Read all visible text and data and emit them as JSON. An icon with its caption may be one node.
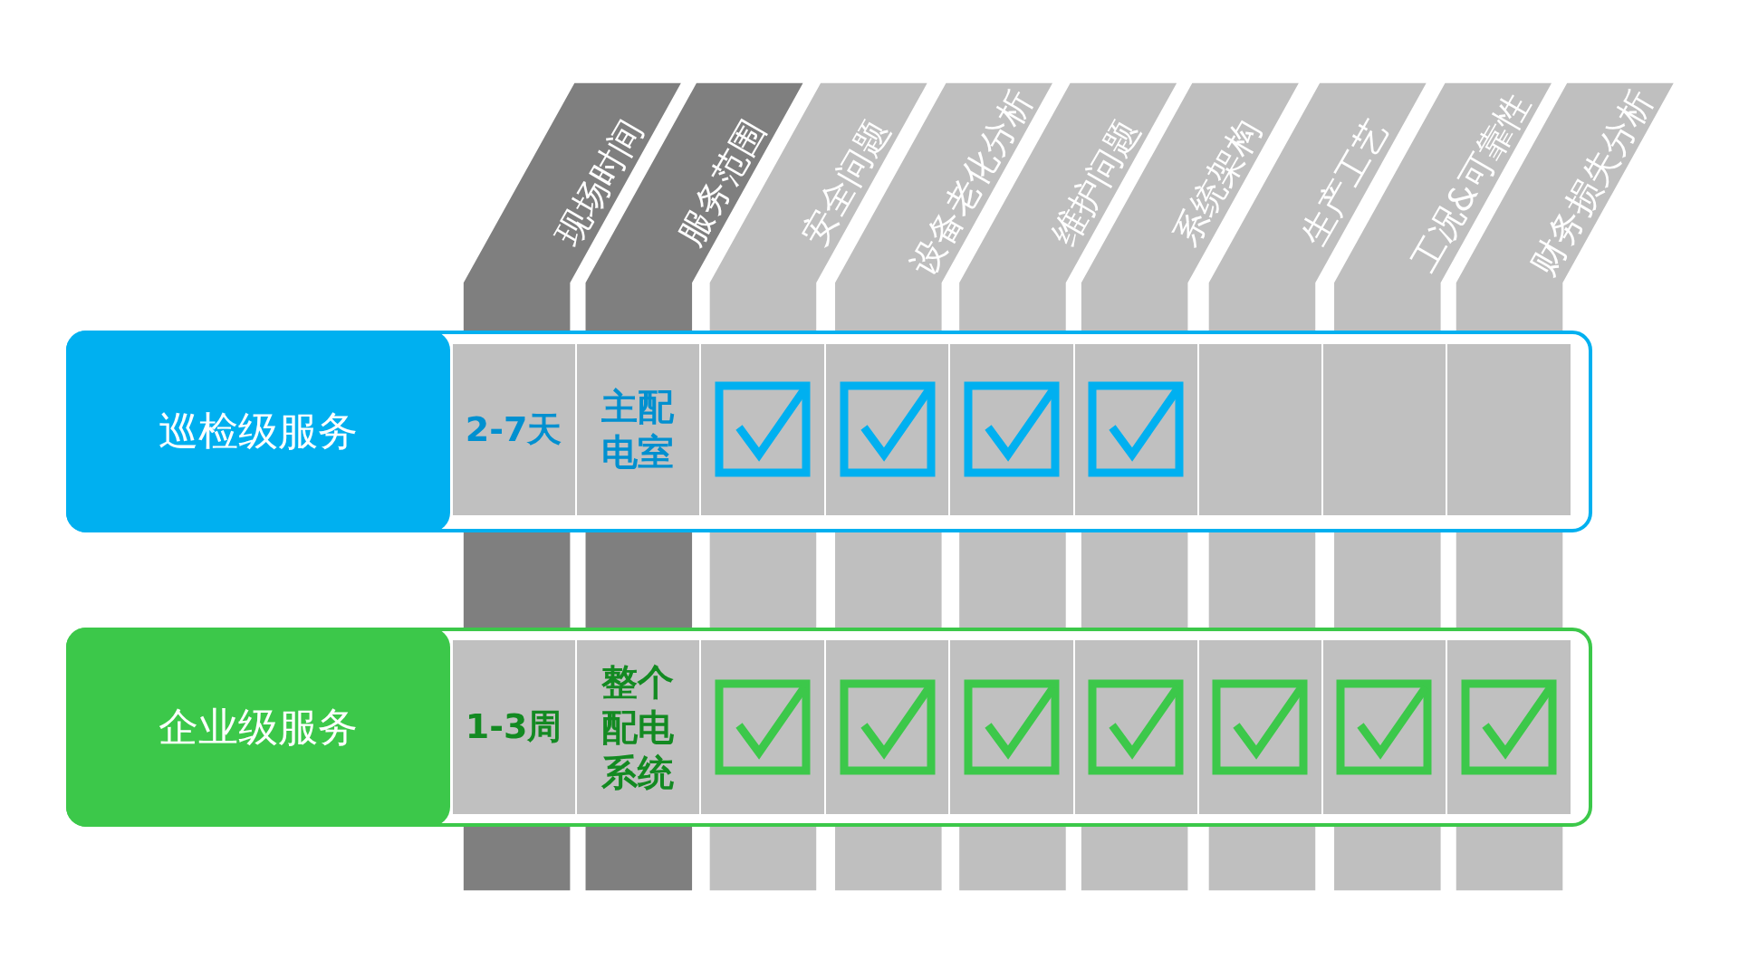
{
  "diagram": {
    "nodes": [
      {
        "text": [
          "巡检级服务"
        ]
      },
      {
        "text": [
          "企业级服务"
        ]
      },
      {
        "text": [],
        "shape": "box"
      },
      {
        "text": [],
        "shape": "box"
      },
      {
        "text": [],
        "shape": "box"
      },
      {
        "text": [],
        "shape": "box"
      },
      {
        "text": [],
        "shape": "box"
      },
      {
        "text": [],
        "shape": "box"
      },
      {
        "text": [],
        "shape": "box"
      },
      {
        "text": [],
        "shape": "box"
      },
      {
        "text": [],
        "shape": "box"
      },
      {
        "text": [],
        "shape": "box"
      },
      {
        "text": [],
        "shape": "box"
      }
    ],
    "edges": [],
    "labels": [
      "现场时间",
      "服务范围",
      "安全问题",
      "设备老化分析",
      "维护问题",
      "系统架构",
      "生产工艺",
      "工况&可靠性",
      "财务损失分析",
      "2-7天",
      "主配电室",
      "1-3周",
      "整个配电系统"
    ]
  }
}
